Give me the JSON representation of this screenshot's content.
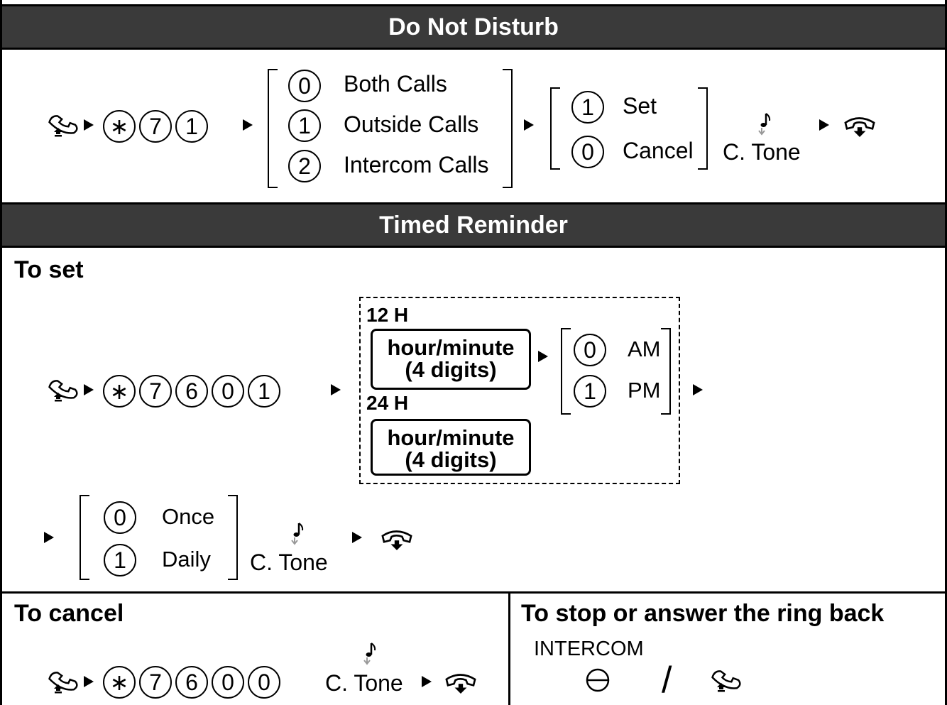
{
  "sections": {
    "dnd_title": "Do Not Disturb",
    "timed_title": "Timed Reminder"
  },
  "dnd": {
    "codes": [
      "∗",
      "7",
      "1"
    ],
    "options": [
      {
        "key": "0",
        "label": "Both Calls"
      },
      {
        "key": "1",
        "label": "Outside Calls"
      },
      {
        "key": "2",
        "label": "Intercom Calls"
      }
    ],
    "set_options": [
      {
        "key": "1",
        "label": "Set"
      },
      {
        "key": "0",
        "label": "Cancel"
      }
    ],
    "tone": "C. Tone"
  },
  "timed": {
    "to_set": "To set",
    "codes": [
      "∗",
      "7",
      "6",
      "0",
      "1"
    ],
    "h12": "12 H",
    "h24": "24 H",
    "hm_line1": "hour/minute",
    "hm_line2": "(4 digits)",
    "ampm": [
      {
        "key": "0",
        "label": "AM"
      },
      {
        "key": "1",
        "label": "PM"
      }
    ],
    "repeat": [
      {
        "key": "0",
        "label": "Once"
      },
      {
        "key": "1",
        "label": "Daily"
      }
    ],
    "tone": "C. Tone"
  },
  "cancel": {
    "title": "To cancel",
    "codes": [
      "∗",
      "7",
      "6",
      "0",
      "0"
    ],
    "tone": "C. Tone"
  },
  "stop": {
    "title": "To stop or answer the ring back",
    "intercom": "INTERCOM",
    "slash": "/"
  },
  "icons": [
    "handset-offhook-icon",
    "handset-onhook-icon",
    "tone-note-icon",
    "intercom-button-icon"
  ]
}
